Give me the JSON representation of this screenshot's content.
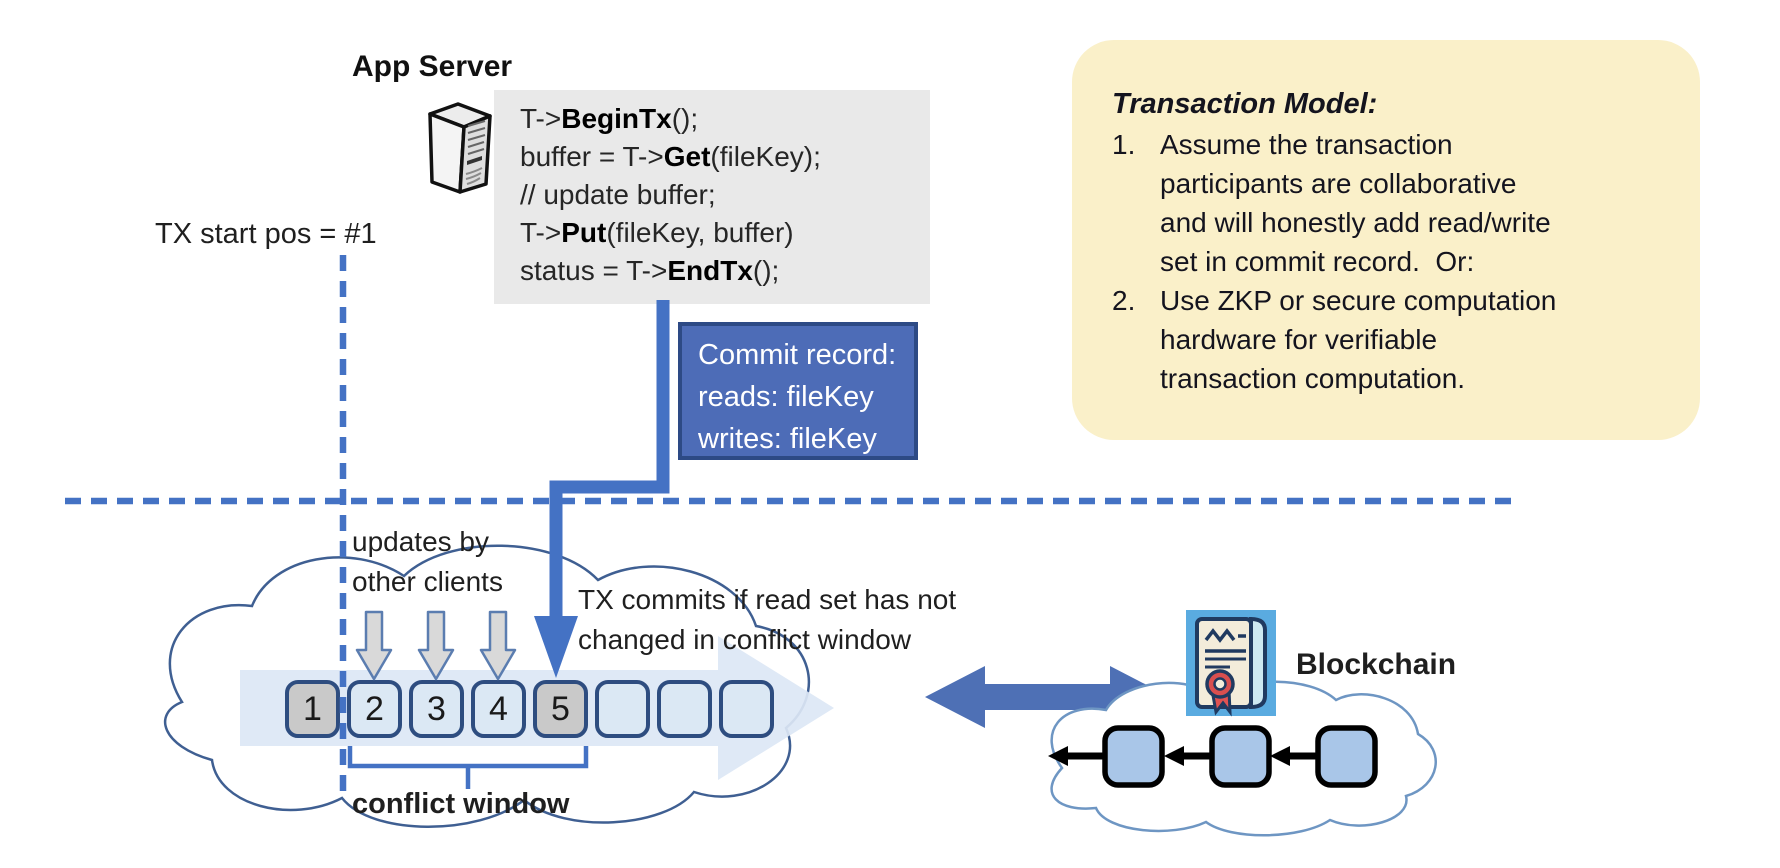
{
  "app_server": {
    "title": "App Server"
  },
  "code": {
    "lines": [
      {
        "pre": "T->",
        "bold": "BeginTx",
        "post": "();"
      },
      {
        "pre": "buffer = T->",
        "bold": "Get",
        "post": "(fileKey);"
      },
      {
        "pre": "// update buffer;",
        "bold": "",
        "post": ""
      },
      {
        "pre": "T->",
        "bold": "Put",
        "post": "(fileKey, buffer)"
      },
      {
        "pre": "status = T->",
        "bold": "EndTx",
        "post": "();"
      }
    ]
  },
  "tx_start_label": "TX start pos = #1",
  "commit_record": {
    "lines": [
      "Commit record:",
      "reads: fileKey",
      "writes: fileKey"
    ]
  },
  "transaction_model": {
    "title": "Transaction Model:",
    "items": [
      {
        "num": "1.",
        "text": "Assume the transaction\nparticipants are collaborative\nand will honestly add read/write\nset in commit record.  Or:"
      },
      {
        "num": "2.",
        "text": "Use ZKP or secure computation\nhardware for verifiable\ntransaction computation."
      }
    ]
  },
  "timeline": {
    "updates_label": "updates by\nother clients",
    "commit_note": "TX commits if read set has not\nchanged in conflict window",
    "conflict_window_label": "conflict window",
    "slots": [
      {
        "n": "1",
        "state": "committed"
      },
      {
        "n": "2",
        "state": "other-update"
      },
      {
        "n": "3",
        "state": "other-update"
      },
      {
        "n": "4",
        "state": "other-update"
      },
      {
        "n": "5",
        "state": "committed"
      },
      {
        "n": "",
        "state": "empty"
      },
      {
        "n": "",
        "state": "empty"
      },
      {
        "n": "",
        "state": "empty"
      }
    ]
  },
  "blockchain": {
    "label": "Blockchain"
  },
  "icons": {
    "server": "server-tower-icon",
    "blockchain": "scroll-certificate-icon"
  },
  "colors": {
    "accent_blue": "#4472C4",
    "commit_box_bg": "#4D6CB7",
    "commit_box_border": "#2D4A85",
    "note_bg": "#FAF0C9",
    "code_bg": "#E9E9E9",
    "slot_gray": "#C9C9C9",
    "slot_blue": "#DBE8F4",
    "slot_border": "#2E4D80",
    "cloud_stroke": "#3F5F92",
    "chain_block_fill": "#A9C6E8",
    "fat_arrow_fill": "#DCE7F5"
  }
}
